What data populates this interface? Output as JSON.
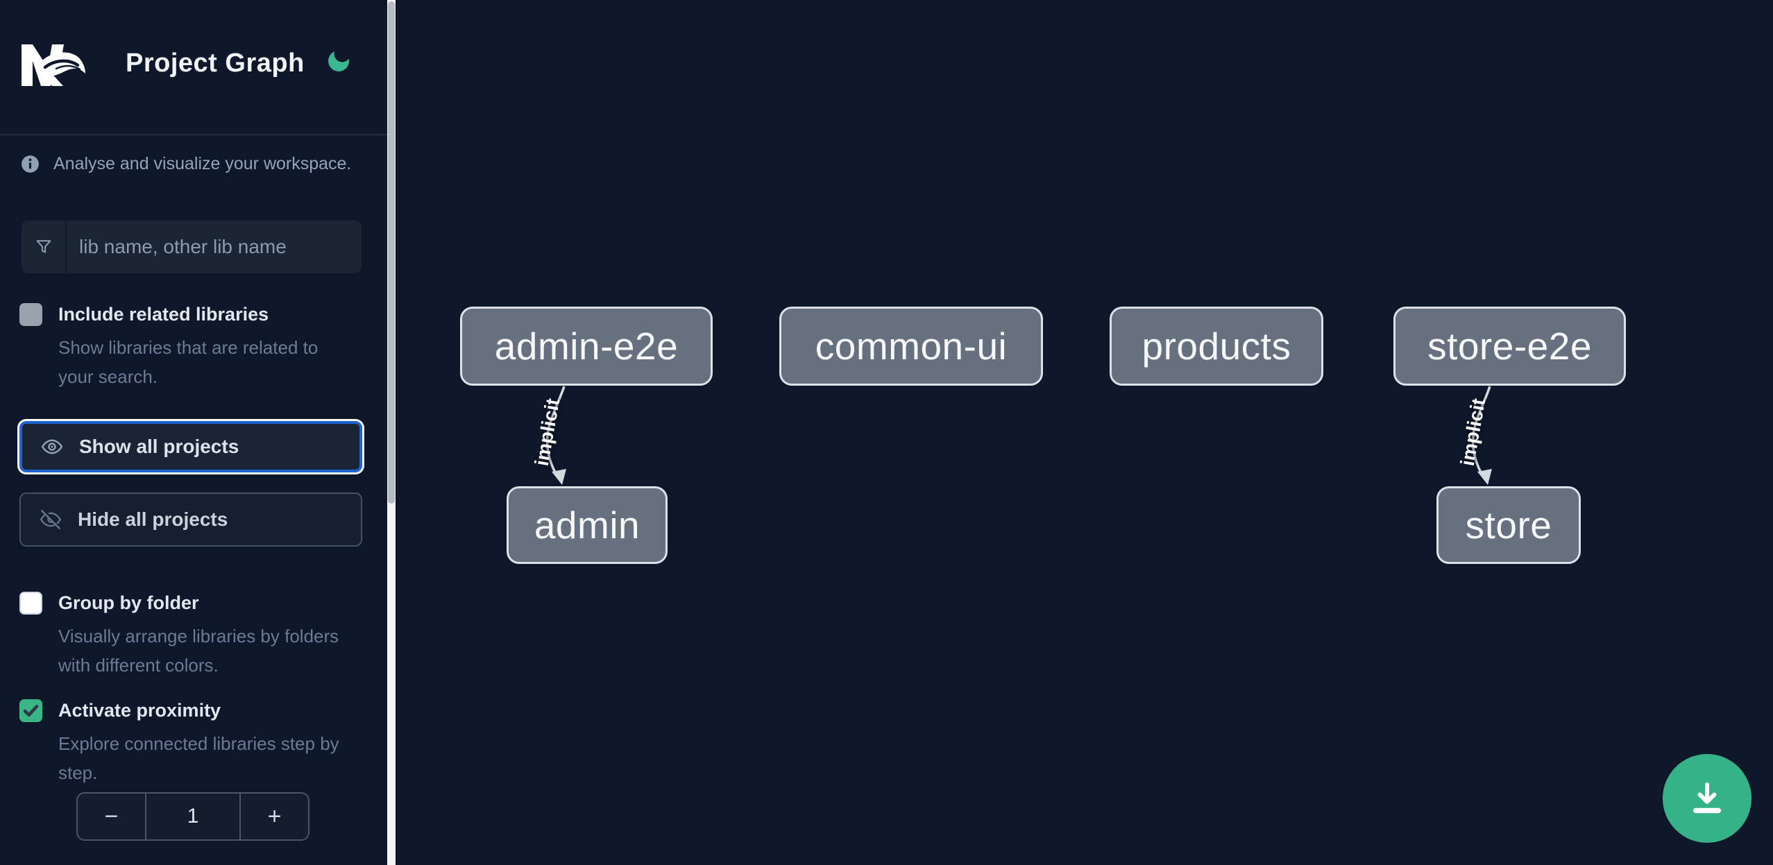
{
  "app": {
    "title": "Project Graph",
    "tagline": "Analyse and visualize your workspace."
  },
  "sidebar": {
    "filter": {
      "placeholder": "lib name, other lib name",
      "value": "",
      "icon": "funnel-icon"
    },
    "checkboxes": [
      {
        "id": "include-related-libraries",
        "label": "Include related libraries",
        "description": "Show libraries that are related to your search.",
        "checked": false,
        "disabled": true
      },
      {
        "id": "group-by-folder",
        "label": "Group by folder",
        "description": "Visually arrange libraries by folders with different colors.",
        "checked": false,
        "disabled": false
      },
      {
        "id": "activate-proximity",
        "label": "Activate proximity",
        "description": "Explore connected libraries step by step.",
        "checked": true,
        "disabled": false
      }
    ],
    "buttons": [
      {
        "label": "Show all projects",
        "icon": "eye-icon",
        "focused": true
      },
      {
        "label": "Hide all projects",
        "icon": "eye-off-icon",
        "focused": false
      }
    ],
    "proximity_stepper": {
      "decrement": "−",
      "value": "1",
      "increment": "+"
    }
  },
  "graph": {
    "nodes": [
      {
        "label": "admin-e2e"
      },
      {
        "label": "common-ui"
      },
      {
        "label": "products"
      },
      {
        "label": "store-e2e"
      },
      {
        "label": "admin"
      },
      {
        "label": "store"
      }
    ],
    "edges": [
      {
        "source": "admin-e2e",
        "target": "admin",
        "label": "implicit"
      },
      {
        "source": "store-e2e",
        "target": "store",
        "label": "implicit"
      }
    ]
  },
  "fab": {
    "icon": "download-icon"
  },
  "colors": {
    "background": "#0f172a",
    "accent_green": "#3ab586",
    "focus_blue": "#2263d3",
    "node_fill": "#66707f",
    "node_border": "#dde2e9",
    "edge": "#d4d9e0"
  }
}
